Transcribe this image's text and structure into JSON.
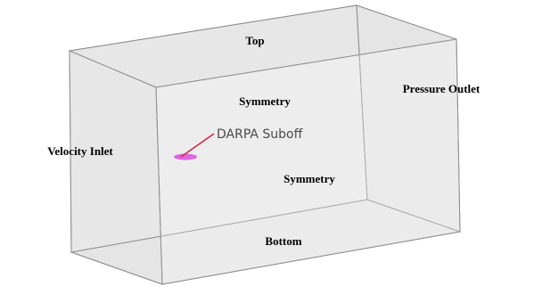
{
  "labels": {
    "top": "Top",
    "symmetry_back": "Symmetry",
    "pressure_outlet": "Pressure Outlet",
    "velocity_inlet": "Velocity Inlet",
    "model": "DARPA Suboff",
    "symmetry_side": "Symmetry",
    "bottom": "Bottom"
  },
  "colors": {
    "face_fill": "#d9d9d9",
    "edge": "#8f8f8f",
    "model": "#e066e0",
    "leader_line": "#d0213b",
    "model_label": "#4a4a4a"
  }
}
